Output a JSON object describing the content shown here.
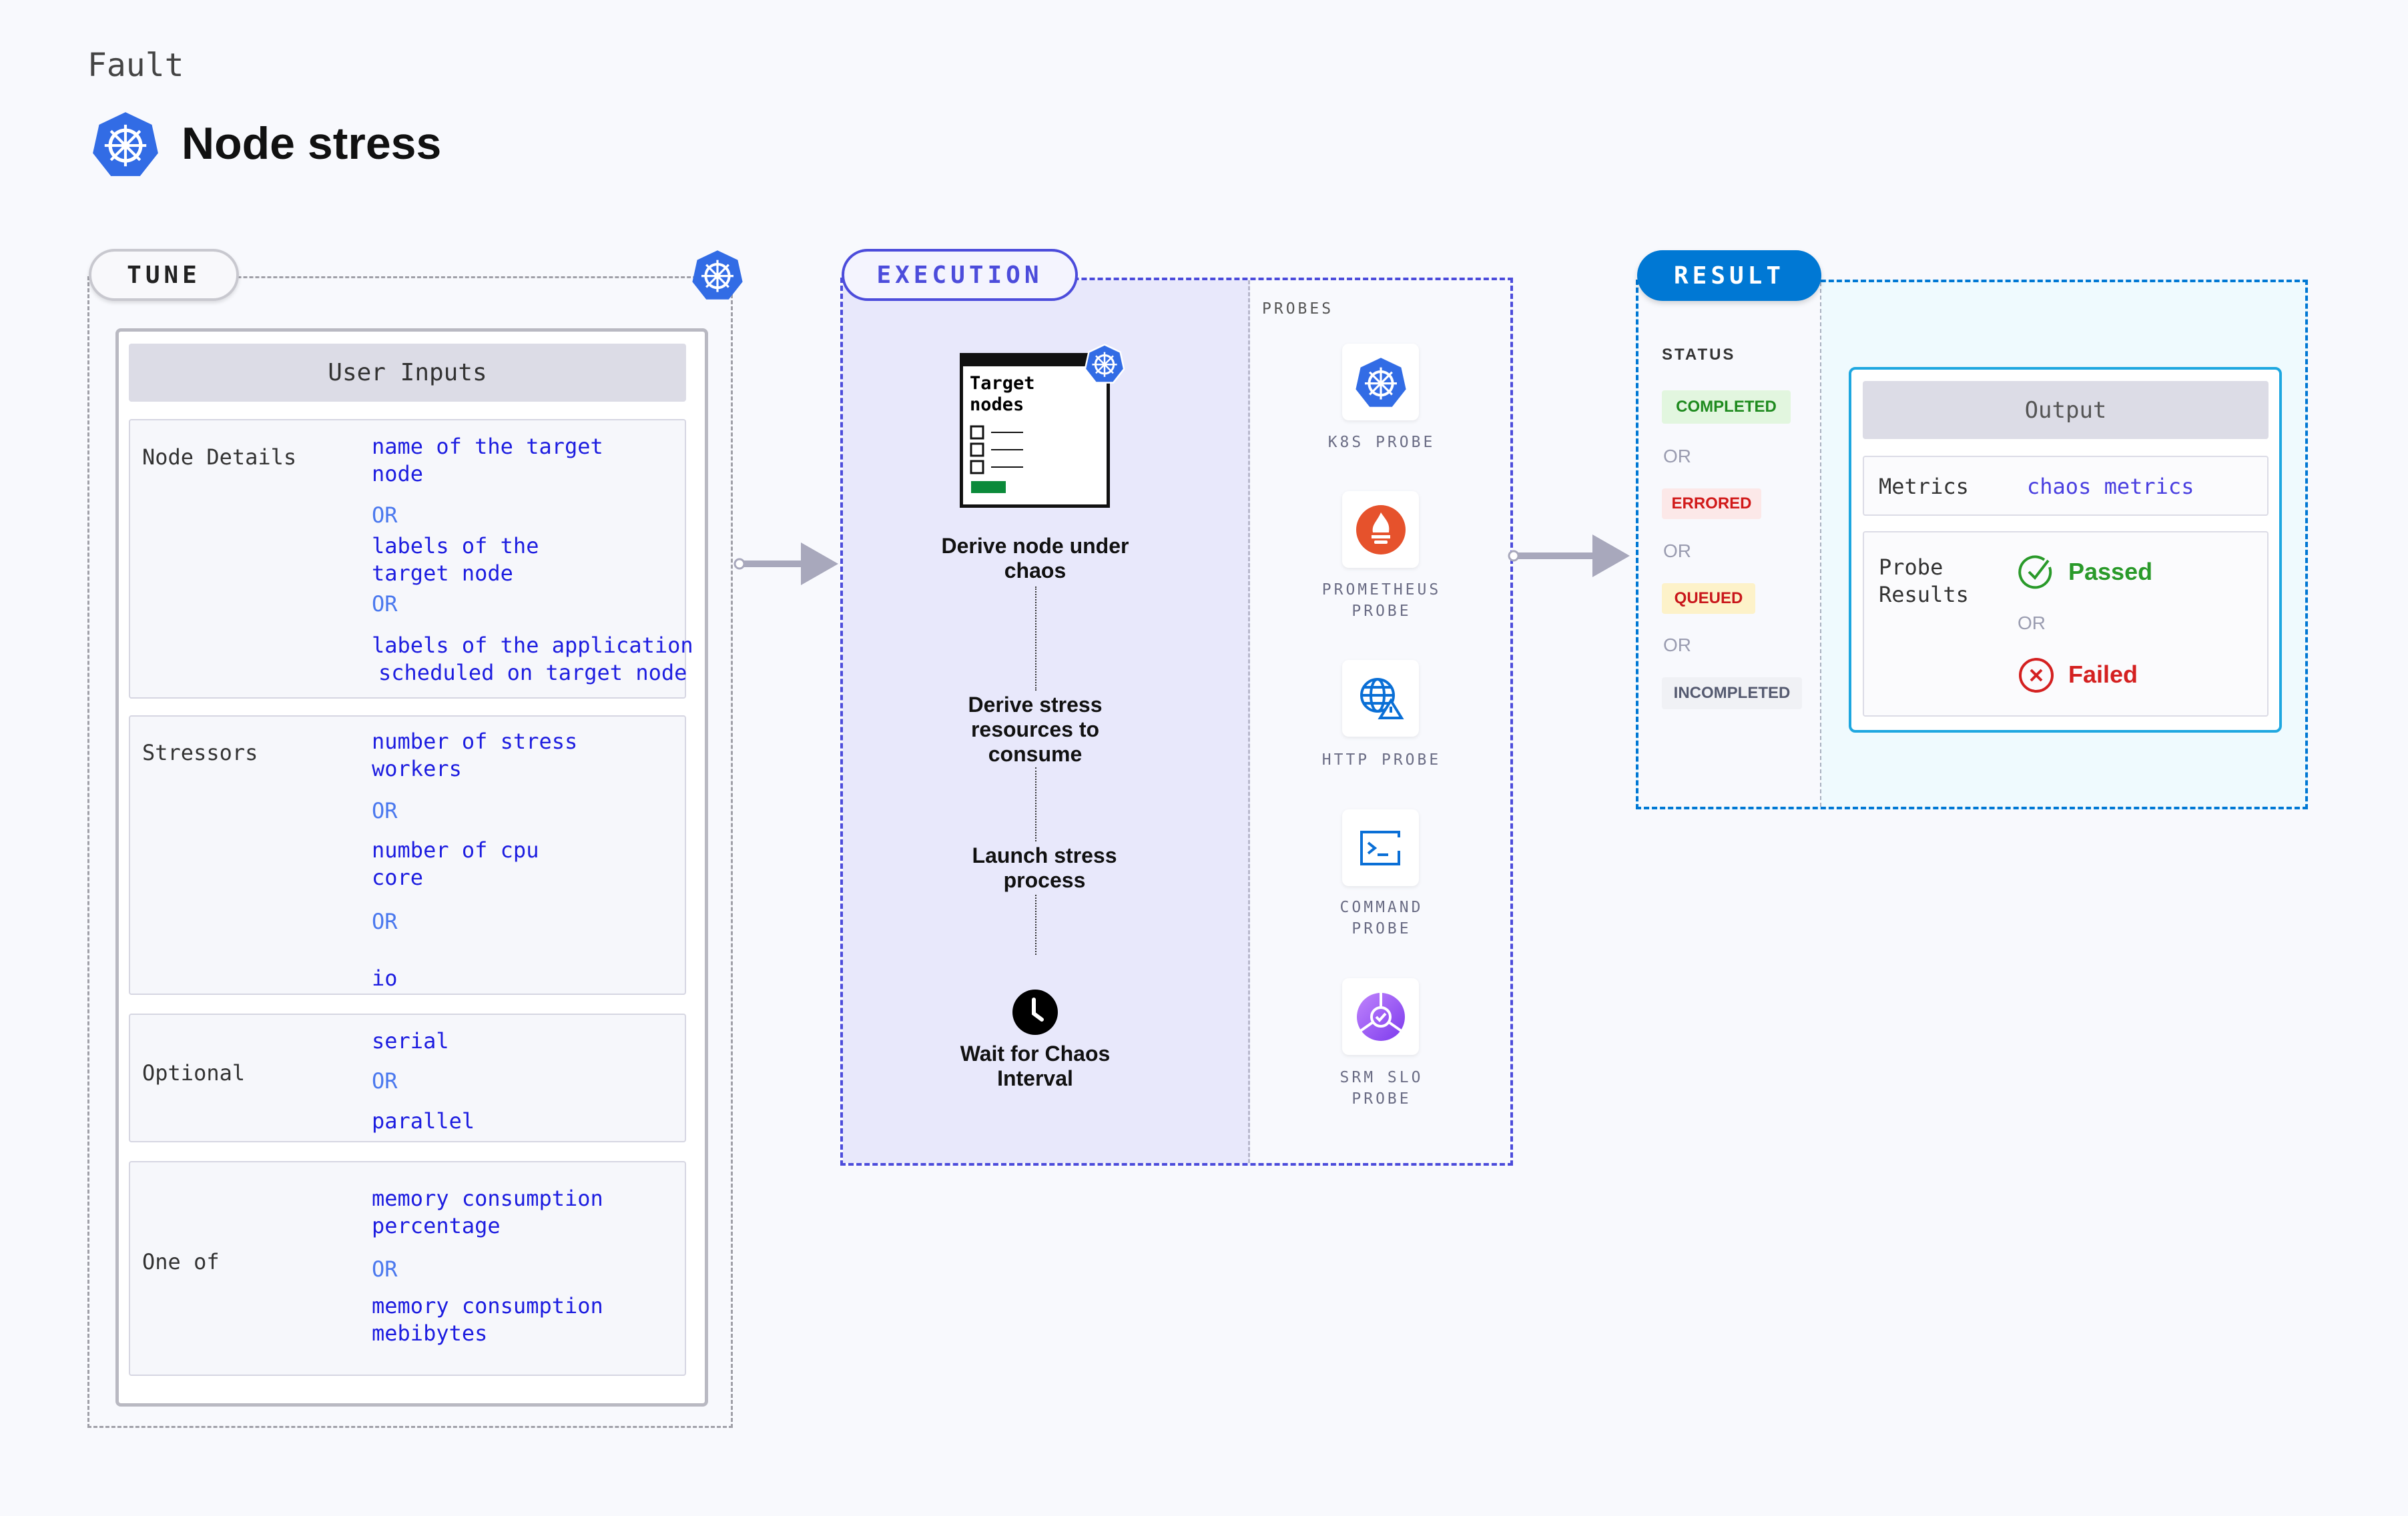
{
  "header": {
    "kicker": "Fault",
    "title": "Node stress",
    "logo_icon": "kubernetes-icon"
  },
  "tune": {
    "label": "TUNE",
    "user_inputs": "User Inputs",
    "node_details": {
      "label": "Node Details",
      "lines": [
        "name of the target",
        "node",
        "OR",
        "labels of the",
        "target node",
        "OR",
        "labels of the application",
        "scheduled on target node"
      ]
    },
    "stressors": {
      "label": "Stressors",
      "lines": [
        "number of stress",
        "workers",
        "OR",
        "number of cpu",
        "core",
        "OR",
        "io"
      ]
    },
    "optional": {
      "label": "Optional",
      "lines": [
        "serial",
        "OR",
        "parallel"
      ]
    },
    "one_of": {
      "label": "One of",
      "lines": [
        "memory consumption",
        "percentage",
        "OR",
        "memory consumption",
        "mebibytes"
      ]
    }
  },
  "execution": {
    "label": "EXECUTION",
    "card_title": "Target nodes",
    "steps": [
      "Derive node under chaos",
      "Derive stress resources to consume",
      "Launch stress process",
      "Wait for Chaos Interval"
    ],
    "probes_label": "PROBES",
    "probes": [
      {
        "label": "K8S PROBE",
        "icon": "kubernetes-icon"
      },
      {
        "label": "PROMETHEUS PROBE",
        "icon": "prometheus-icon"
      },
      {
        "label": "HTTP PROBE",
        "icon": "globe-warning-icon"
      },
      {
        "label": "COMMAND PROBE",
        "icon": "terminal-icon"
      },
      {
        "label": "SRM SLO PROBE",
        "icon": "slo-icon"
      }
    ]
  },
  "result": {
    "label": "RESULT",
    "status_label": "STATUS",
    "statuses": [
      {
        "label": "COMPLETED",
        "color": "#1e8a1e",
        "bg": "#e2f6df"
      },
      {
        "label": "ERRORED",
        "color": "#d11a1a",
        "bg": "#fce8e8"
      },
      {
        "label": "QUEUED",
        "color": "#c9161b",
        "bg": "#fdf2c9"
      },
      {
        "label": "INCOMPLETED",
        "color": "#555a70",
        "bg": "#f0f1f5"
      }
    ],
    "or": "OR",
    "output": {
      "title": "Output",
      "metrics_label": "Metrics",
      "metrics_value": "chaos metrics",
      "probe_results_label": "Probe Results",
      "passed": "Passed",
      "or": "OR",
      "failed": "Failed"
    }
  },
  "colors": {
    "execution": "#4c4cdb",
    "result": "#0078d4",
    "passed": "#2a9a2a",
    "failed": "#d42020"
  }
}
